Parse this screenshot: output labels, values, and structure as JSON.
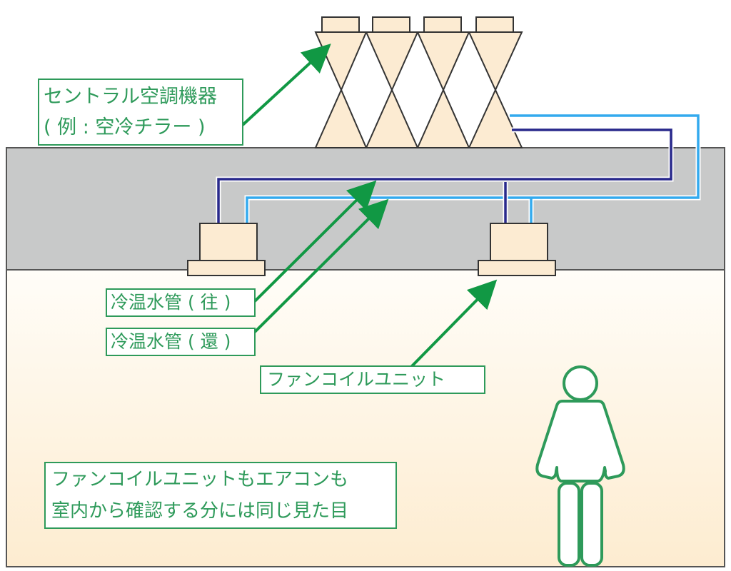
{
  "colors": {
    "accent_green": "#2e9a5a",
    "arrow_green": "#119844",
    "ceiling_gray": "#c8c9c9",
    "unit_fill": "#fcebd2",
    "supply_pipe": "#29298c",
    "return_pipe": "#33aaee",
    "room_top": "#fffdf8",
    "room_bottom": "#fdecd0"
  },
  "labels": {
    "central_equipment": {
      "line1": "セントラル空調機器",
      "line2": "( 例 : 空冷チラー )"
    },
    "supply_pipe": "冷温水管 ( 往 )",
    "return_pipe": "冷温水管 ( 還 )",
    "fan_coil_unit": "ファンコイルユニット",
    "note": {
      "line1": "ファンコイルユニットもエアコンも",
      "line2": "室内から確認する分には同じ見た目"
    }
  },
  "icons": {
    "person": "person-icon",
    "chiller": "air-cooled-chiller-icon",
    "fan_coil": "fan-coil-unit-icon"
  }
}
